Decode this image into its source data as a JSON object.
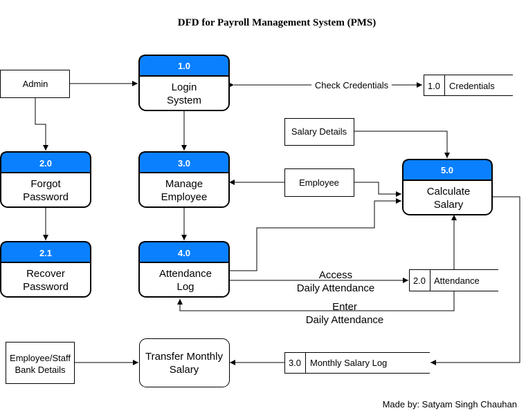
{
  "title": "DFD for Payroll Management System (PMS)",
  "credit": "Made by: Satyam Singh Chauhan",
  "processes": {
    "login": {
      "number": "1.0",
      "line1": "Login",
      "line2": "System"
    },
    "forgot": {
      "number": "2.0",
      "line1": "Forgot",
      "line2": "Password"
    },
    "recover": {
      "number": "2.1",
      "line1": "Recover",
      "line2": "Password"
    },
    "manage": {
      "number": "3.0",
      "line1": "Manage",
      "line2": "Employee"
    },
    "attendance": {
      "number": "4.0",
      "line1": "Attendance",
      "line2": "Log"
    },
    "salary": {
      "number": "5.0",
      "line1": "Calculate",
      "line2": "Salary"
    },
    "transfer": {
      "line1": "Transfer Monthly",
      "line2": "Salary"
    }
  },
  "entities": {
    "admin": "Admin",
    "salary_details": "Salary Details",
    "employee": "Employee",
    "bank_line1": "Employee/Staff",
    "bank_line2": "Bank Details"
  },
  "stores": {
    "credentials": {
      "id": "1.0",
      "name": "Credentials"
    },
    "attendance": {
      "id": "2.0",
      "name": "Attendance"
    },
    "salary_log": {
      "id": "3.0",
      "name": "Monthly Salary Log"
    }
  },
  "flows": {
    "check_credentials": "Check Credentials",
    "access_line1": "Access",
    "access_line2": "Daily Attendance",
    "enter_line1": "Enter",
    "enter_line2": "Daily Attendance"
  }
}
